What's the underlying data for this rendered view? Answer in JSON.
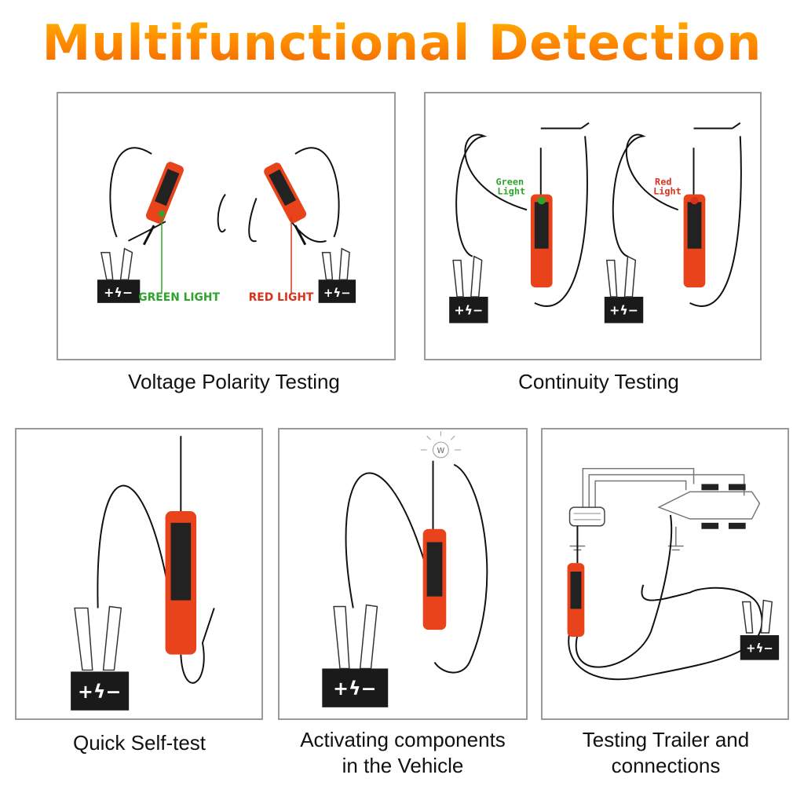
{
  "title": "Multifunctional Detection",
  "colors": {
    "title_orange": "#ff8a00",
    "probe_red": "#e8431a",
    "green_light": "#2ca52c",
    "red_light": "#d8321c",
    "wire": "#111111"
  },
  "panels": [
    {
      "id": "voltage-polarity",
      "caption": "Voltage Polarity Testing",
      "labels": {
        "green": "GREEN LIGHT",
        "red": "RED LIGHT"
      }
    },
    {
      "id": "continuity",
      "caption": "Continuity Testing",
      "labels": {
        "green_line1": "Green",
        "green_line2": "Light",
        "red_line1": "Red",
        "red_line2": "Light"
      }
    },
    {
      "id": "self-test",
      "caption": "Quick Self-test"
    },
    {
      "id": "activating",
      "caption_line1": "Activating components",
      "caption_line2": "in the Vehicle",
      "lamp_letter": "W"
    },
    {
      "id": "trailer",
      "caption_line1": "Testing Trailer and",
      "caption_line2": "connections"
    }
  ],
  "battery_symbol": "+ϟ−"
}
